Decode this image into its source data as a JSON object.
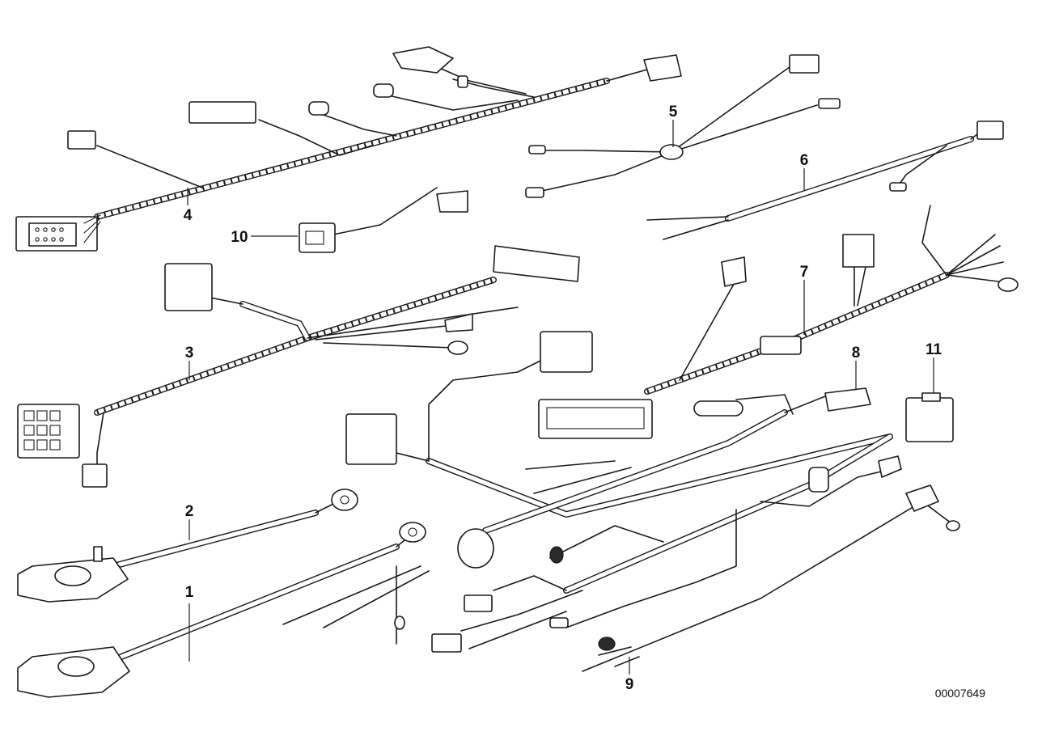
{
  "diagram": {
    "callouts": {
      "c1": "1",
      "c2": "2",
      "c3": "3",
      "c4": "4",
      "c5": "5",
      "c6": "6",
      "c7": "7",
      "c8": "8",
      "c9": "9",
      "c10": "10",
      "c11": "11"
    },
    "reference_number": "00007649"
  }
}
